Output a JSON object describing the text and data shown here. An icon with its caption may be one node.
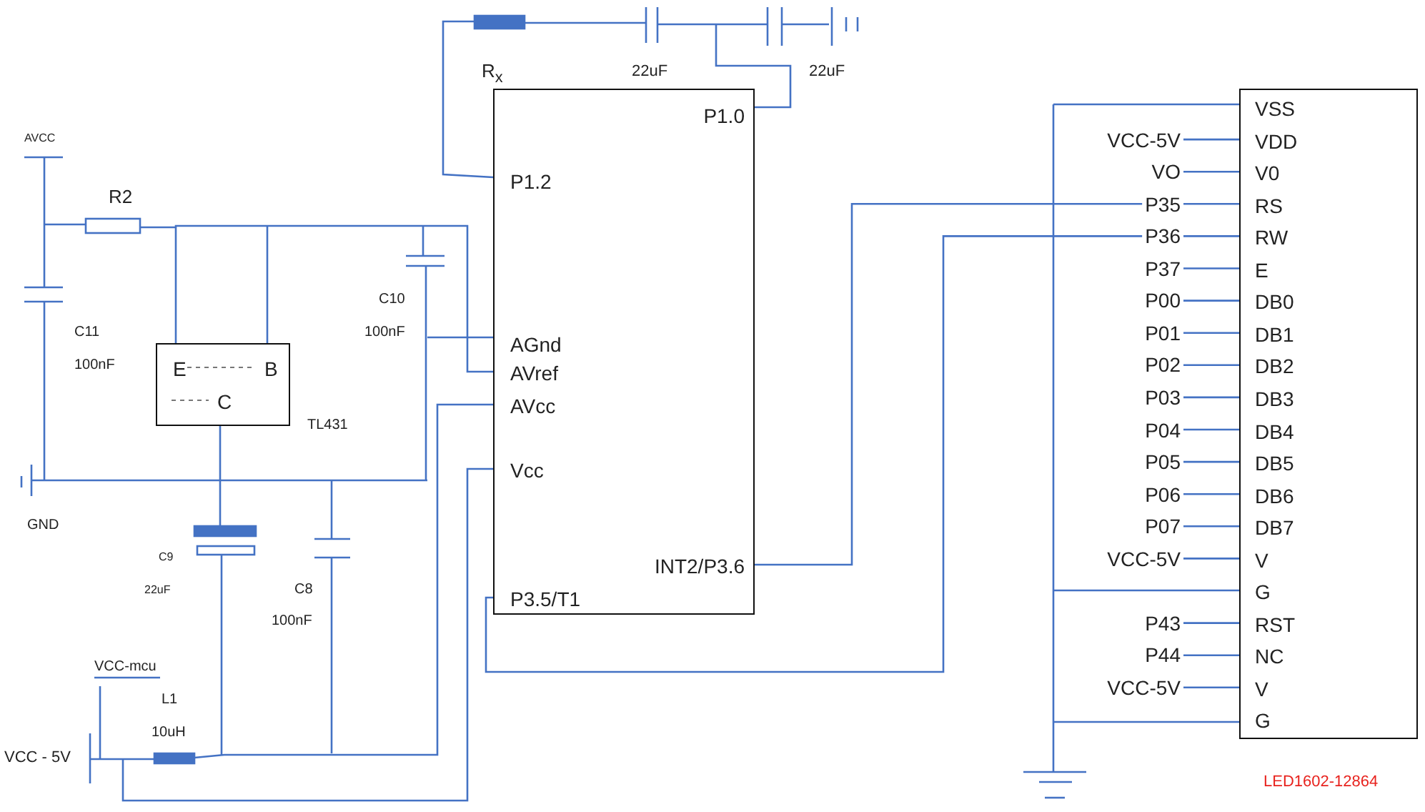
{
  "diagram": {
    "nodes": [
      {
        "text": [
          "P1.0",
          "P1.2",
          "AGnd",
          "AVref",
          "AVcc",
          "Vcc",
          "INT2/P3.6",
          "P3.5/T1"
        ]
      },
      {
        "text": [
          "E",
          "B",
          "C"
        ],
        "beside": [
          "TL431"
        ]
      },
      {
        "text": [
          "VSS",
          "VDD",
          "V0",
          "RS",
          "RW",
          "E",
          "DB0",
          "DB1",
          "DB2",
          "DB3",
          "DB4",
          "DB5",
          "DB6",
          "DB7",
          "V",
          "G",
          "RST",
          "NC",
          "V",
          "G"
        ],
        "beside": [
          "LED1602-12864"
        ]
      },
      {
        "text": [
          "VCC-5V"
        ]
      },
      {
        "text": [
          "VO"
        ]
      },
      {
        "text": [
          "P35"
        ]
      },
      {
        "text": [
          "P36"
        ]
      },
      {
        "text": [
          "P37"
        ]
      },
      {
        "text": [
          "P00"
        ]
      },
      {
        "text": [
          "P01"
        ]
      },
      {
        "text": [
          "P02"
        ]
      },
      {
        "text": [
          "P03"
        ]
      },
      {
        "text": [
          "P04"
        ]
      },
      {
        "text": [
          "P05"
        ]
      },
      {
        "text": [
          "P06"
        ]
      },
      {
        "text": [
          "P07"
        ]
      },
      {
        "text": [
          "VCC-5V"
        ]
      },
      {
        "text": [
          "P43"
        ]
      },
      {
        "text": [
          "P44"
        ]
      },
      {
        "text": [
          "VCC-5V"
        ]
      }
    ],
    "edges": [
      {
        "from": 1,
        "to": 0,
        "arrow": "none"
      },
      {
        "from": 0,
        "to": 5,
        "arrow": "none"
      },
      {
        "from": 0,
        "to": 6,
        "arrow": "none"
      },
      {
        "from": 3,
        "to": 2,
        "arrow": "none"
      },
      {
        "from": 4,
        "to": 2,
        "arrow": "none"
      },
      {
        "from": 5,
        "to": 2,
        "arrow": "none"
      },
      {
        "from": 6,
        "to": 2,
        "arrow": "none"
      },
      {
        "from": 7,
        "to": 2,
        "arrow": "none"
      },
      {
        "from": 8,
        "to": 2,
        "arrow": "none"
      },
      {
        "from": 9,
        "to": 2,
        "arrow": "none"
      },
      {
        "from": 10,
        "to": 2,
        "arrow": "none"
      },
      {
        "from": 11,
        "to": 2,
        "arrow": "none"
      },
      {
        "from": 12,
        "to": 2,
        "arrow": "none"
      },
      {
        "from": 13,
        "to": 2,
        "arrow": "none"
      },
      {
        "from": 14,
        "to": 2,
        "arrow": "none"
      },
      {
        "from": 15,
        "to": 2,
        "arrow": "none"
      },
      {
        "from": 16,
        "to": 2,
        "arrow": "none"
      },
      {
        "from": 17,
        "to": 2,
        "arrow": "none"
      },
      {
        "from": 18,
        "to": 2,
        "arrow": "none"
      },
      {
        "from": 19,
        "to": 2,
        "arrow": "none"
      }
    ],
    "labels": [
      "R$_{x}$",
      "22uF",
      "22uF",
      "AVCC",
      "R2",
      "C11",
      "100nF",
      "C10",
      "100nF",
      "GND",
      "C9",
      "22uF",
      "C8",
      "100nF",
      "VCC-mcu",
      "L1",
      "10uH",
      "VCC - 5V"
    ]
  }
}
